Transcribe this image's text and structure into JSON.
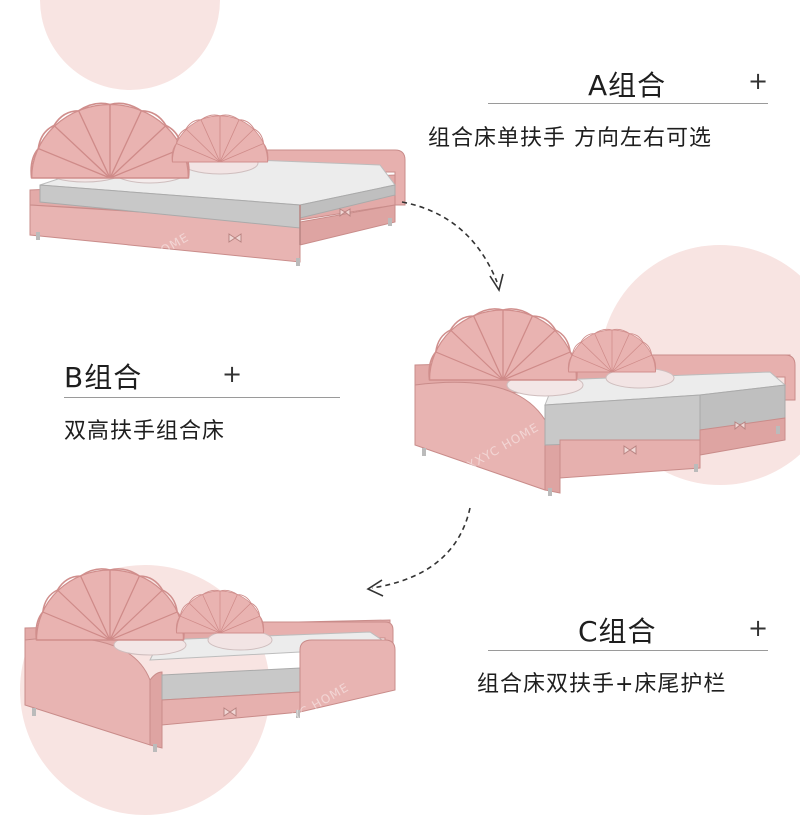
{
  "colors": {
    "circle": "#f8e4e2",
    "bed_pink": "#e8b4b2",
    "bed_pink_dark": "#d99a98",
    "bedding": "#ececec",
    "bedding_gray": "#c9c9c9",
    "arrow": "#333333"
  },
  "watermark": "XXYC HOME",
  "blocks": [
    {
      "title": "A组合",
      "plus": "+",
      "desc": "组合床单扶手 方向左右可选"
    },
    {
      "title": "B组合",
      "plus": "+",
      "desc": "双高扶手组合床"
    },
    {
      "title": "C组合",
      "plus": "+",
      "desc": "组合床双扶手+床尾护栏"
    }
  ],
  "arrows": [
    {
      "icon": "dashed-curved-arrow-icon"
    },
    {
      "icon": "dashed-curved-arrow-icon"
    }
  ]
}
